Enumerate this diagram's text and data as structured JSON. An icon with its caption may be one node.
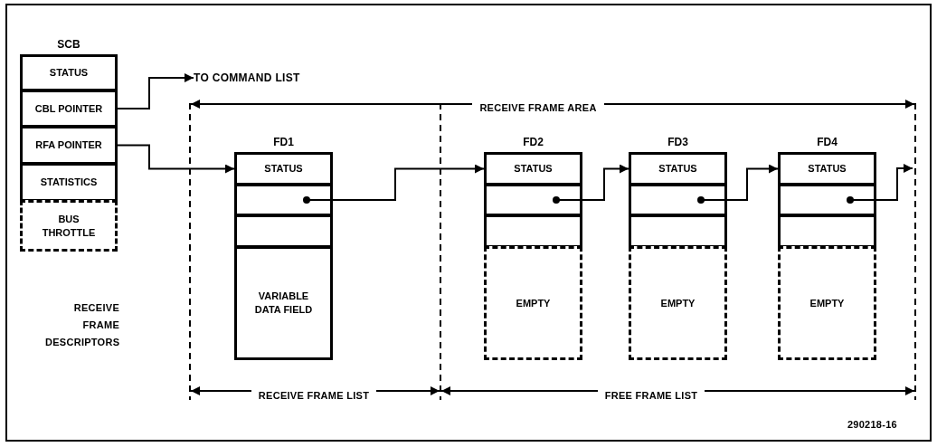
{
  "diagram": {
    "nodes": [
      {
        "text": [
          "SCB"
        ]
      },
      {
        "text": [
          "STATUS"
        ],
        "in": 0
      },
      {
        "text": [
          "CBL POINTER"
        ],
        "in": 0
      },
      {
        "text": [
          "RFA POINTER"
        ],
        "in": 0
      },
      {
        "text": [
          "STATISTICS"
        ],
        "in": 0
      },
      {
        "text": [
          "BUS THROTTLE"
        ],
        "in": 0
      },
      {
        "text": [
          "TO COMMAND LIST"
        ]
      },
      {
        "text": [
          "FD1"
        ]
      },
      {
        "text": [
          "STATUS"
        ],
        "in": 7
      },
      {
        "text": [],
        "shape": "box",
        "in": 7
      },
      {
        "text": [],
        "shape": "box",
        "in": 7
      },
      {
        "text": [
          "VARIABLE DATA FIELD"
        ],
        "in": 7
      },
      {
        "text": [
          "FD2"
        ]
      },
      {
        "text": [
          "STATUS"
        ],
        "in": 12
      },
      {
        "text": [],
        "shape": "box",
        "in": 12
      },
      {
        "text": [],
        "shape": "box",
        "in": 12
      },
      {
        "text": [
          "EMPTY"
        ],
        "in": 12
      },
      {
        "text": [
          "FD3"
        ]
      },
      {
        "text": [
          "STATUS"
        ],
        "in": 17
      },
      {
        "text": [],
        "shape": "box",
        "in": 17
      },
      {
        "text": [],
        "shape": "box",
        "in": 17
      },
      {
        "text": [
          "EMPTY"
        ],
        "in": 17
      },
      {
        "text": [
          "FD4"
        ]
      },
      {
        "text": [
          "STATUS"
        ],
        "in": 22
      },
      {
        "text": [],
        "shape": "box",
        "in": 22
      },
      {
        "text": [],
        "shape": "box",
        "in": 22
      },
      {
        "text": [
          "EMPTY"
        ],
        "in": 22
      }
    ],
    "edges": [
      {
        "from": 2,
        "to": 6,
        "arrow": "to"
      },
      {
        "from": 3,
        "to": 8,
        "arrow": "to"
      },
      {
        "from": 9,
        "to": 13,
        "arrow": "to"
      },
      {
        "from": 14,
        "to": 18,
        "arrow": "to"
      },
      {
        "from": 19,
        "to": 23,
        "arrow": "to"
      },
      {
        "from": 24,
        "to": null,
        "arrow": "to"
      }
    ],
    "labels": [
      "RECEIVE FRAME AREA",
      "RECEIVE FRAME DESCRIPTORS",
      "RECEIVE FRAME LIST",
      "FREE FRAME LIST",
      "290218-16"
    ]
  }
}
